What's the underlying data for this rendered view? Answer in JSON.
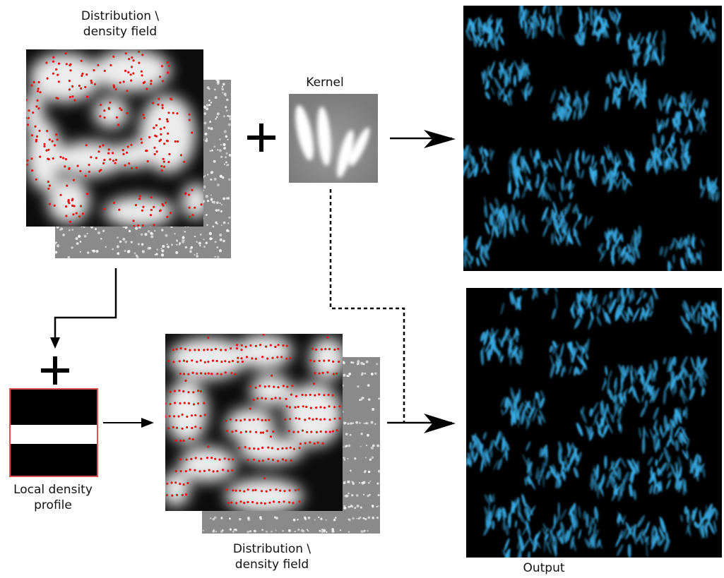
{
  "labels": {
    "top_field": [
      "Distribution \\",
      "density field"
    ],
    "kernel": "Kernel",
    "profile": [
      "Local density",
      "profile"
    ],
    "bottom_field": [
      "Distribution \\",
      "density field"
    ],
    "output": "Output"
  },
  "operators": {
    "plus": "+"
  },
  "colors": {
    "field_bright": "#ececec",
    "field_dark": "#0c0c0c",
    "sample_dot": "#e01818",
    "backing_gray": "#8a8a8a",
    "backing_dot": "#f4f4f4",
    "output_bg": "#000000",
    "output_glow": "#3aaee8",
    "profile_border": "#e05050"
  },
  "icons": [
    "arrow-right-icon",
    "plus-icon",
    "dashed-connector-icon",
    "elbow-connector-icon"
  ]
}
